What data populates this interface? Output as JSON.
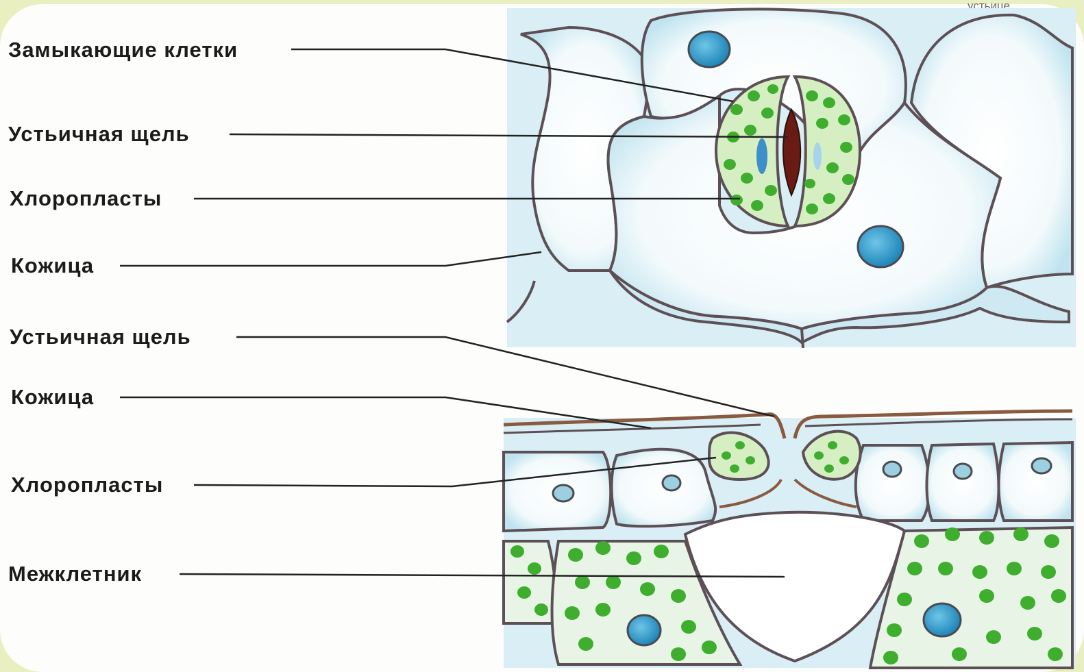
{
  "corner_text": "устьице",
  "labels": {
    "top": {
      "guard_cells": "Замыкающие клетки",
      "stomatal_slit": "Устьичная щель",
      "chloroplasts": "Хлоропласты",
      "skin": "Кожица"
    },
    "bottom": {
      "stomatal_slit": "Устьичная щель",
      "skin": "Кожица",
      "chloroplasts": "Хлоропласты",
      "intercellular_space": "Межклетник"
    }
  },
  "colors": {
    "background": "#e9efc0",
    "cell_wall": "#5d4f56",
    "cell_fill": "#cfe9f2",
    "nucleus": "#2f9fd0",
    "chloroplast": "#3fae2f",
    "slit": "#6a1c14"
  }
}
